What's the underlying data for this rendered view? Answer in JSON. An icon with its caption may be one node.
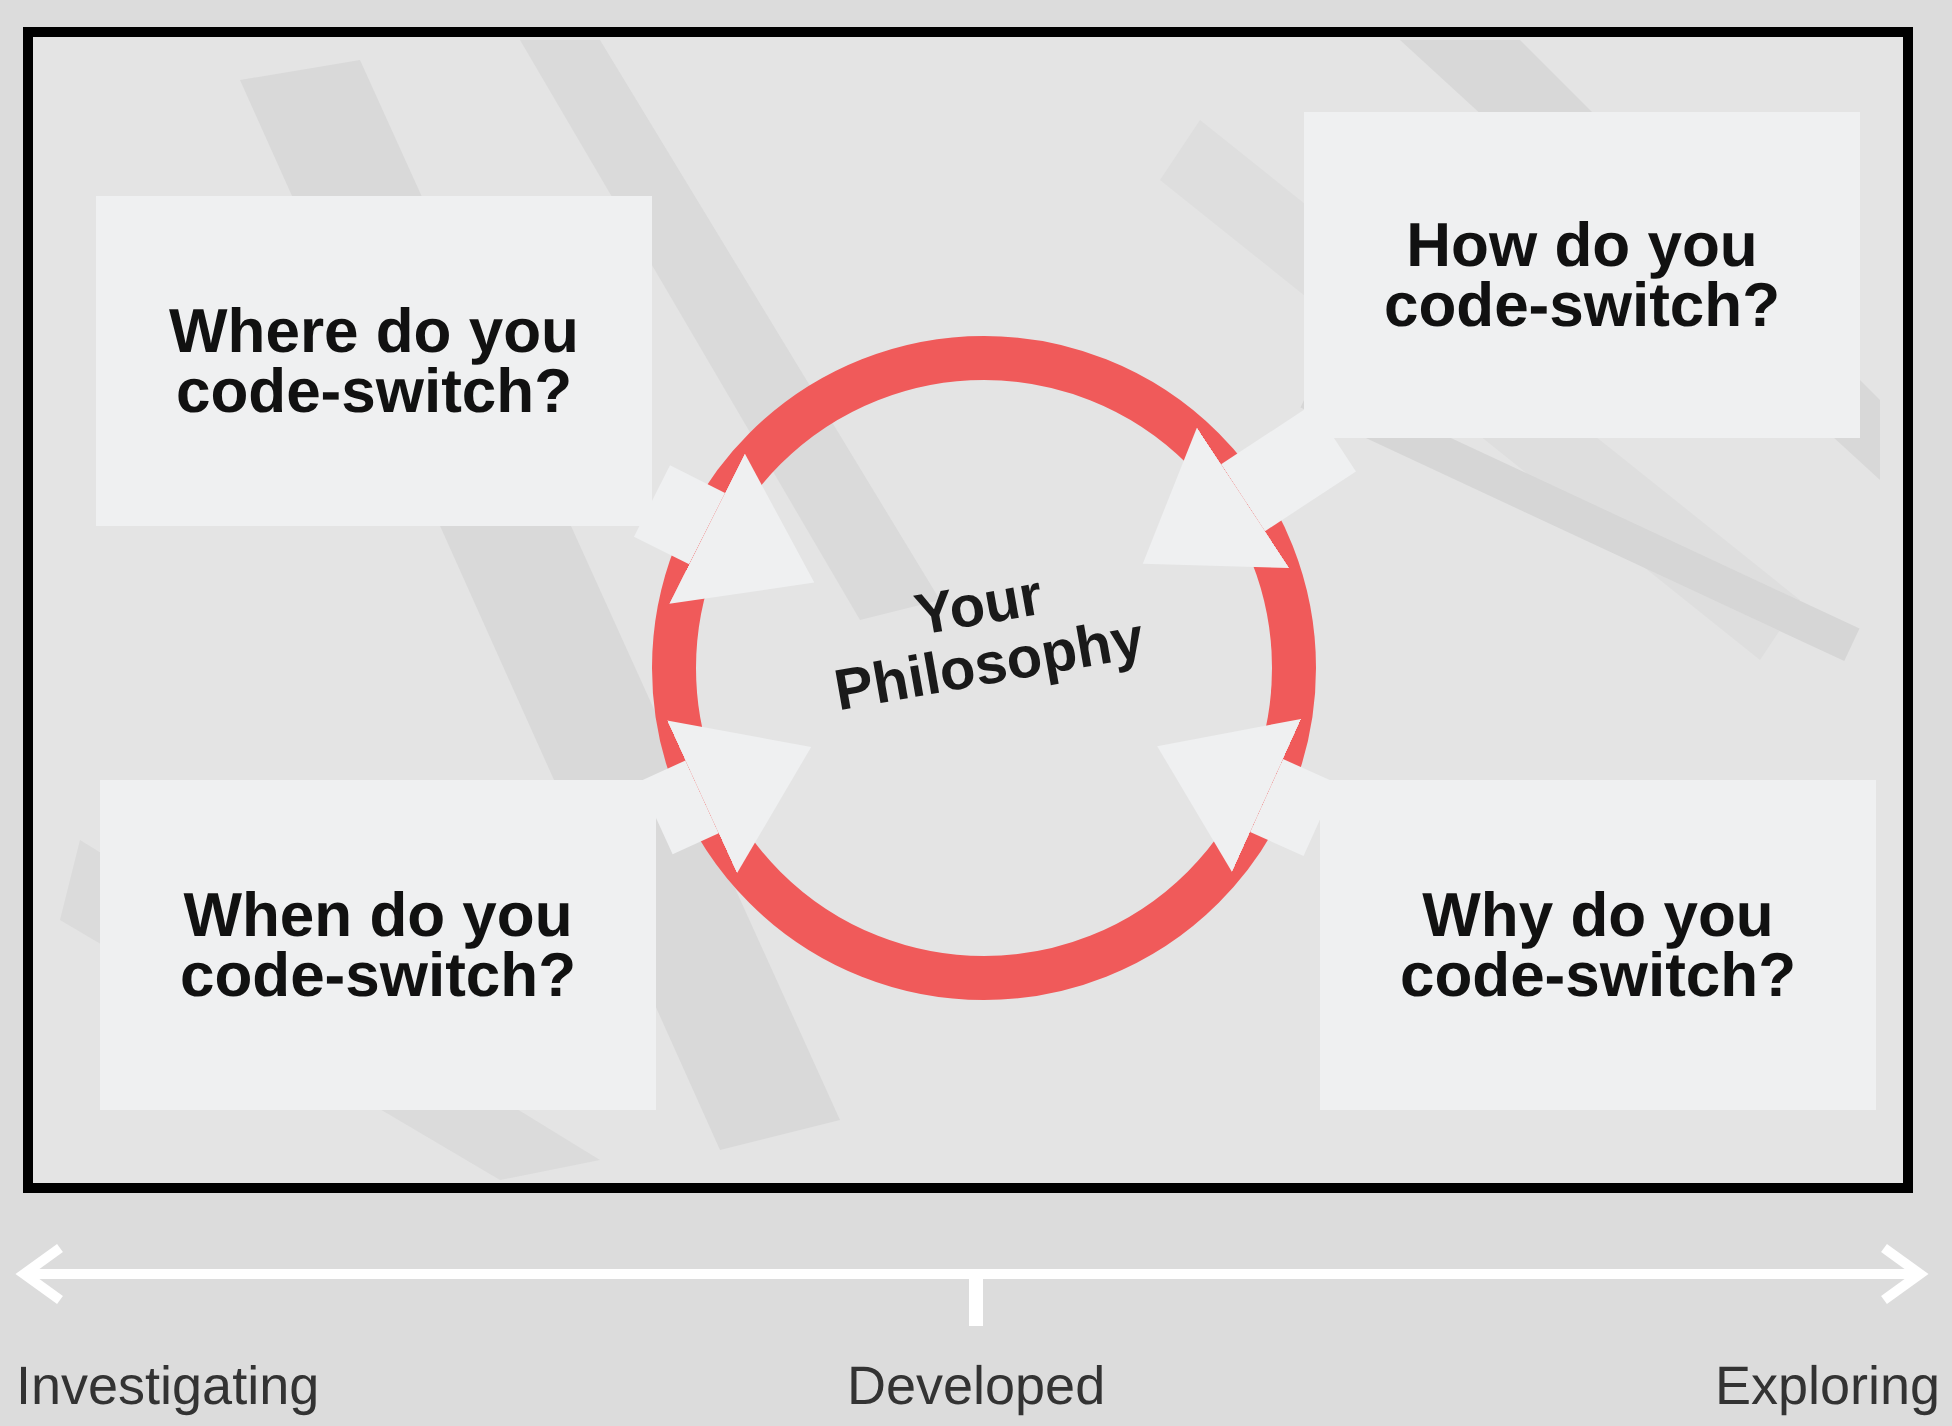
{
  "diagram": {
    "nodes": [
      {
        "text": [
          "Where do you code-switch?"
        ]
      },
      {
        "text": [
          "How do you code-switch?"
        ]
      },
      {
        "text": [
          "Your Philosophy"
        ]
      },
      {
        "text": [
          "When do you code-switch?"
        ]
      },
      {
        "text": [
          "Why do you code-switch?"
        ]
      }
    ],
    "edges": [
      {
        "from": 0,
        "to": 2,
        "arrow": "to"
      },
      {
        "from": 1,
        "to": 2,
        "arrow": "to"
      },
      {
        "from": 3,
        "to": 2,
        "arrow": "to"
      },
      {
        "from": 4,
        "to": 2,
        "arrow": "to"
      }
    ],
    "labels": [
      "Investigating",
      "Developed",
      "Exploring"
    ]
  }
}
